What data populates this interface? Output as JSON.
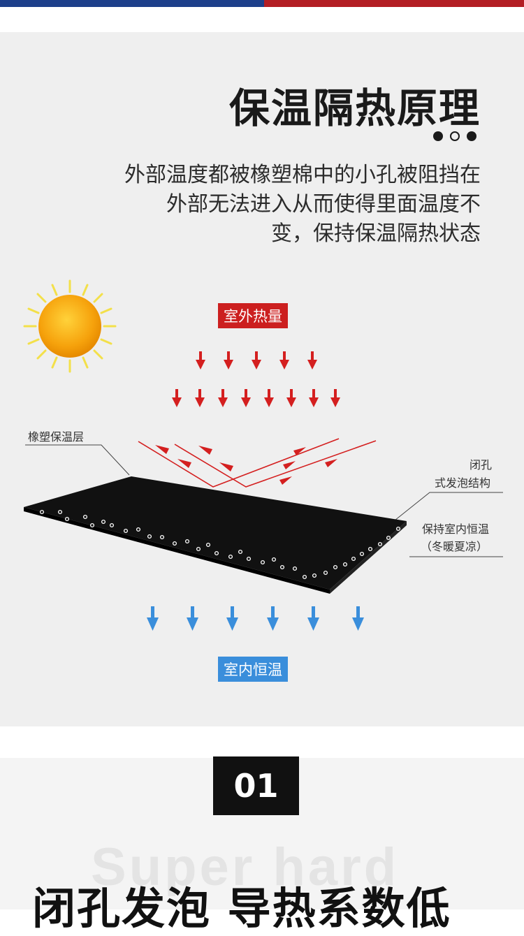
{
  "title": "保温隔热原理",
  "description": [
    "外部温度都被橡塑棉中的小孔被阻挡在",
    "外部无法进入从而使得里面温度不",
    "变，保持保温隔热状态"
  ],
  "labels": {
    "outdoor_heat": "室外热量",
    "indoor_temp": "室内恒温",
    "rubber_layer": "橡塑保温层",
    "closed_cell_1": "闭孔",
    "closed_cell_2": "式发泡结构",
    "keep_temp_1": "保持室内恒温",
    "keep_temp_2": "（冬暖夏凉）"
  },
  "section2": {
    "number": "01",
    "ghost_text": "Super hard",
    "title": "闭孔发泡 导热系数低"
  },
  "colors": {
    "red": "#cc1f1f",
    "blue": "#3a8edb",
    "dark": "#1a1a1a"
  },
  "icons": [
    "sun-icon",
    "arrow-down-icon"
  ]
}
